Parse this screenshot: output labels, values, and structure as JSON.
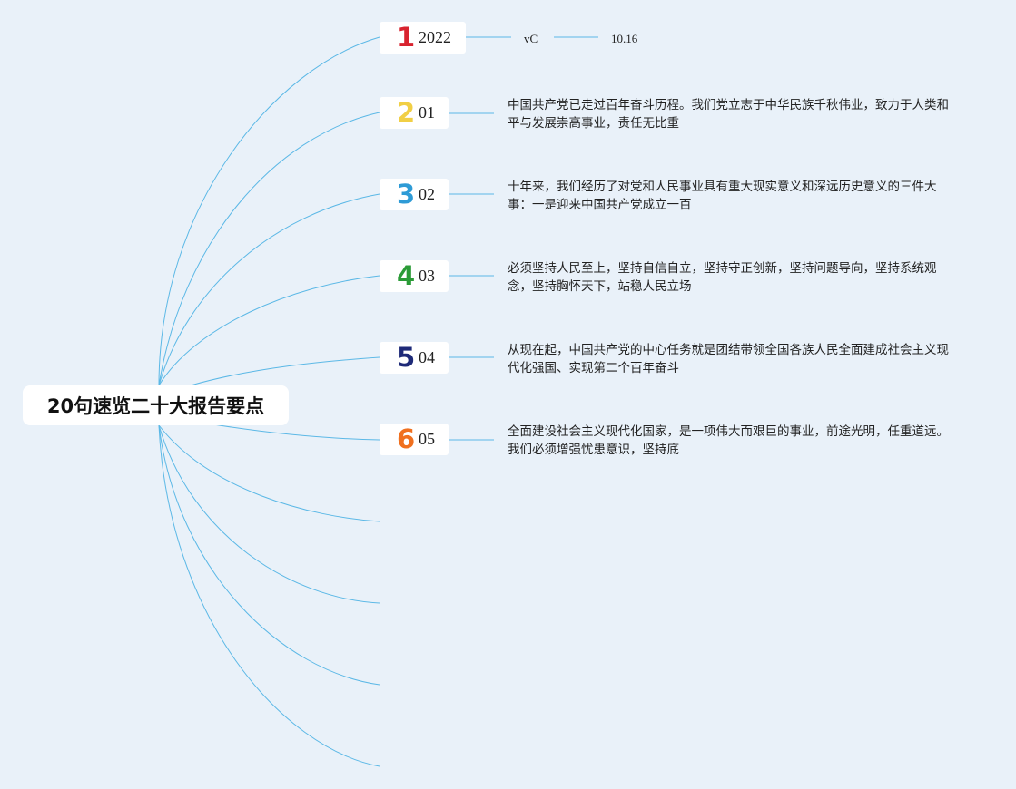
{
  "root": {
    "title": "20句速览二十大报告要点"
  },
  "header_labels": {
    "a": "vC",
    "b": "10.16"
  },
  "nodes": [
    {
      "badge": "1",
      "badge_color": "#d8232f",
      "label": "2022",
      "text": ""
    },
    {
      "badge": "2",
      "badge_color": "#f1cf45",
      "label": "01",
      "text": "中国共产党已走过百年奋斗历程。我们党立志于中华民族千秋伟业，致力于人类和平与发展崇高事业，责任无比重"
    },
    {
      "badge": "3",
      "badge_color": "#2e9bd6",
      "label": "02",
      "text": "十年来，我们经历了对党和人民事业具有重大现实意义和深远历史意义的三件大事：一是迎来中国共产党成立一百"
    },
    {
      "badge": "4",
      "badge_color": "#2b9b37",
      "label": "03",
      "text": "必须坚持人民至上，坚持自信自立，坚持守正创新，坚持问题导向，坚持系统观念，坚持胸怀天下，站稳人民立场"
    },
    {
      "badge": "5",
      "badge_color": "#1e2a78",
      "label": "04",
      "text": "从现在起，中国共产党的中心任务就是团结带领全国各族人民全面建成社会主义现代化强国、实现第二个百年奋斗"
    },
    {
      "badge": "6",
      "badge_color": "#f0701f",
      "label": "05",
      "text": "全面建设社会主义现代化国家，是一项伟大而艰巨的事业，前途光明，任重道远。我们必须增强忧患意识，坚持底"
    }
  ],
  "colors": {
    "background": "#e9f1f9",
    "line": "#5bb8e6",
    "node_bg": "#ffffff"
  }
}
